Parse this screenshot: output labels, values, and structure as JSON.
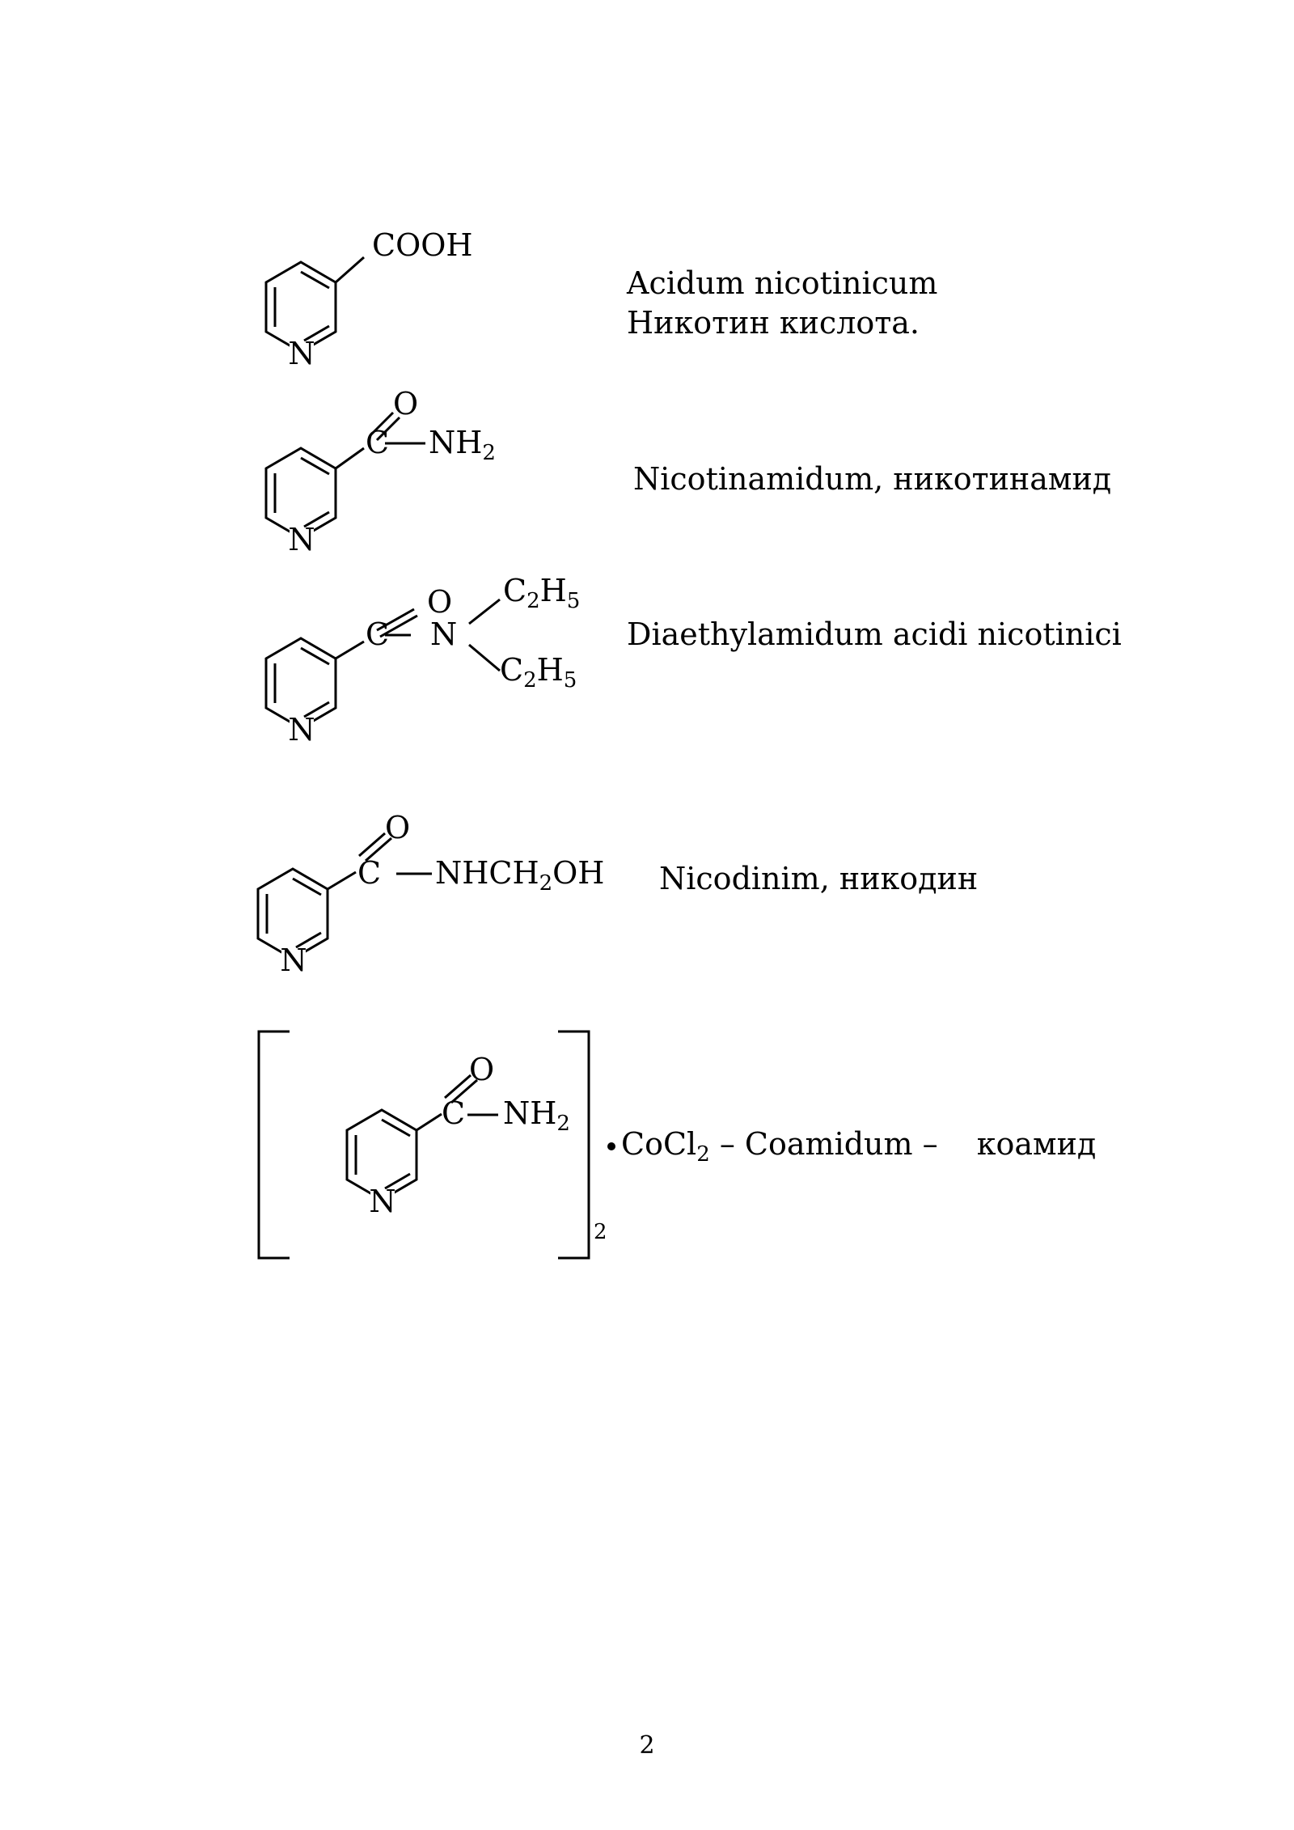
{
  "compounds": [
    {
      "group": "COOH",
      "ring_atom": "N",
      "name_lines": [
        "Acidum nicotinicum",
        "Никотин кислота."
      ]
    },
    {
      "carbon": "C",
      "oxygen": "O",
      "group": "NH",
      "group_sub": "2",
      "ring_atom": "N",
      "name": "Nicotinamidum, никотинамид"
    },
    {
      "carbon": "C",
      "oxygen": "O",
      "amide_n": "N",
      "ethyl": "C2H5",
      "ring_atom": "N",
      "name": "Diaethylamidum acidi nicotinici"
    },
    {
      "carbon": "C",
      "oxygen": "O",
      "group": "NHCH2OH",
      "ring_atom": "N",
      "name": "Nicodinim, никодин"
    },
    {
      "carbon": "C",
      "oxygen": "O",
      "group": "NH",
      "group_sub": "2",
      "ring_atom": "N",
      "bracket_sub": "2",
      "salt": "CoCl2",
      "dash1": "–",
      "latin": "Coamidum",
      "dash2": "–",
      "cyrillic": "коамид"
    }
  ],
  "page_number": "2"
}
